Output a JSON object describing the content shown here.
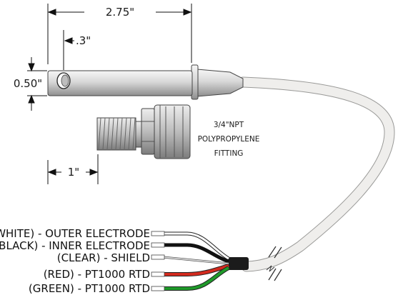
{
  "dimensions": {
    "overall_length": "2.75\"",
    "hole_offset": ".3\"",
    "diameter": "0.50\"",
    "thread_length": "1\""
  },
  "fitting_label": [
    "3/4\"NPT",
    "POLYPROPYLENE",
    "FITTING"
  ],
  "wires": [
    {
      "label": "(WHITE) - OUTER ELECTRODE",
      "color": "#ffffff"
    },
    {
      "label": "(BLACK) - INNER ELECTRODE",
      "color": "#111111"
    },
    {
      "label": "(CLEAR) - SHIELD",
      "color": "#d8d8d8"
    },
    {
      "label": "(RED) - PT1000 RTD",
      "color": "#d32a1e"
    },
    {
      "label": "(GREEN) - PT1000 RTD",
      "color": "#1f9a2a"
    }
  ],
  "colors": {
    "cable": "#ecebe9",
    "body": "#cfcfcf",
    "fitting": "#bdbdbd"
  }
}
